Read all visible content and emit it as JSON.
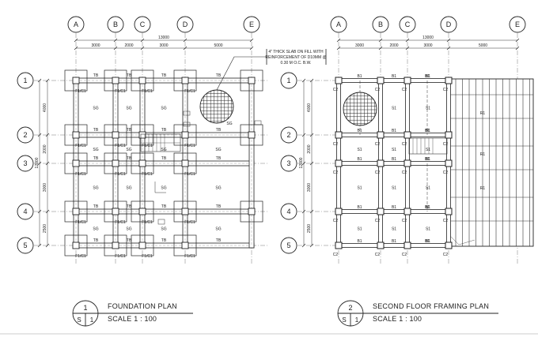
{
  "grid_columns": [
    "A",
    "B",
    "C",
    "D",
    "E"
  ],
  "grid_rows": [
    "1",
    "2",
    "3",
    "4",
    "5"
  ],
  "dimensions": {
    "overall_horizontal": "13000",
    "horizontal_spans": [
      "3000",
      "2000",
      "3000",
      "5000"
    ],
    "overall_vertical": "12000",
    "vertical_spans": [
      "4000",
      "2000",
      "3000",
      "2500"
    ]
  },
  "labels": {
    "tb": "TB",
    "footing": "F1/C1",
    "sg": "SG",
    "b1": "B1",
    "c2": "C2",
    "s1": "S1",
    "r1": "R1"
  },
  "annotation": {
    "line1": "4\" THICK SLAB ON FILL WITH",
    "line2": "REINFORCEMENT OF D10MM @",
    "line3": "0.30 M O.C. B.W."
  },
  "plans": [
    {
      "number": "1",
      "sheet_prefix": "S",
      "sheet_number": "1",
      "title": "FOUNDATION PLAN",
      "scale": "SCALE 1 : 100"
    },
    {
      "number": "2",
      "sheet_prefix": "S",
      "sheet_number": "1",
      "title": "SECOND FLOOR FRAMING PLAN",
      "scale": "SCALE 1 : 100"
    }
  ]
}
